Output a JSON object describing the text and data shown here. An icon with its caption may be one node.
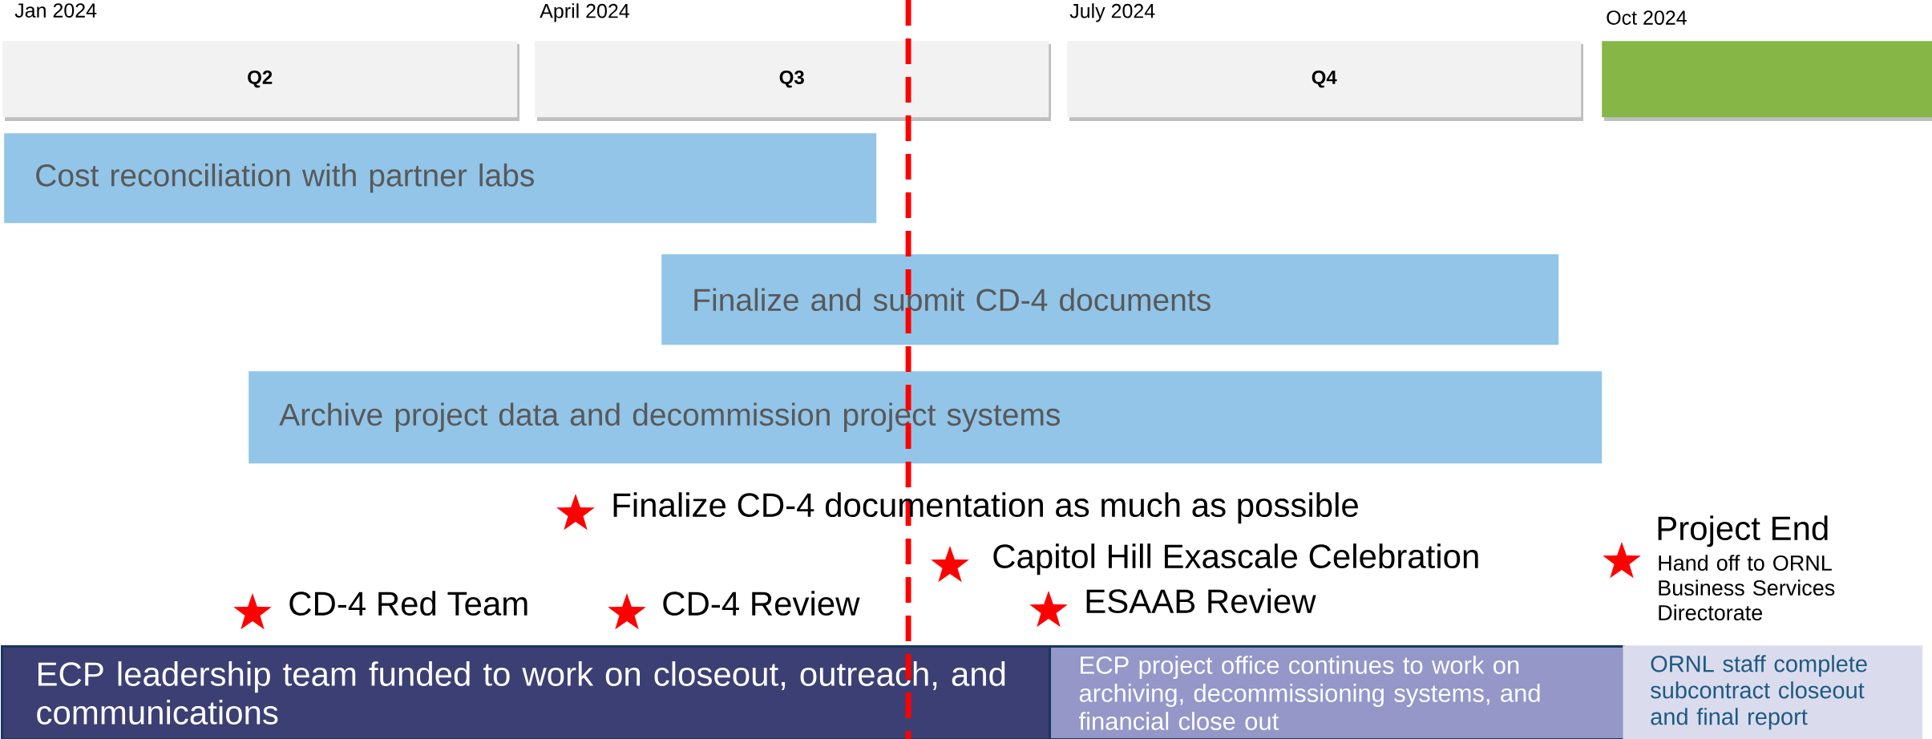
{
  "diagram": {
    "nodes": [
      {
        "text": [
          "Q2"
        ]
      },
      {
        "text": [
          "Q3"
        ]
      },
      {
        "text": [
          "Q4"
        ]
      },
      {
        "text": [],
        "shape": "box"
      },
      {
        "text": [
          "Cost reconciliation with partner labs"
        ]
      },
      {
        "text": [
          "Finalize and submit CD-4 documents"
        ]
      },
      {
        "text": [
          "Archive project data and decommission project systems"
        ]
      },
      {
        "text": [
          "ECP leadership team funded to work on closeout, outreach, and communications"
        ]
      },
      {
        "text": [
          "ECP project office continues to work on archiving, decommissioning systems, and financial close out"
        ]
      },
      {
        "text": [
          "ORNL staff complete subcontract closeout and final report"
        ]
      }
    ],
    "labels": [
      "Jan 2024",
      "April 2024",
      "July 2024",
      "Oct 2024",
      "Finalize CD-4 documentation as much as possible",
      "Project End",
      "Capitol Hill Exascale Celebration",
      "Hand off to ORNL Business Services Directorate",
      "CD-4 Red Team",
      "CD-4 Review",
      "ESAAB Review"
    ]
  }
}
